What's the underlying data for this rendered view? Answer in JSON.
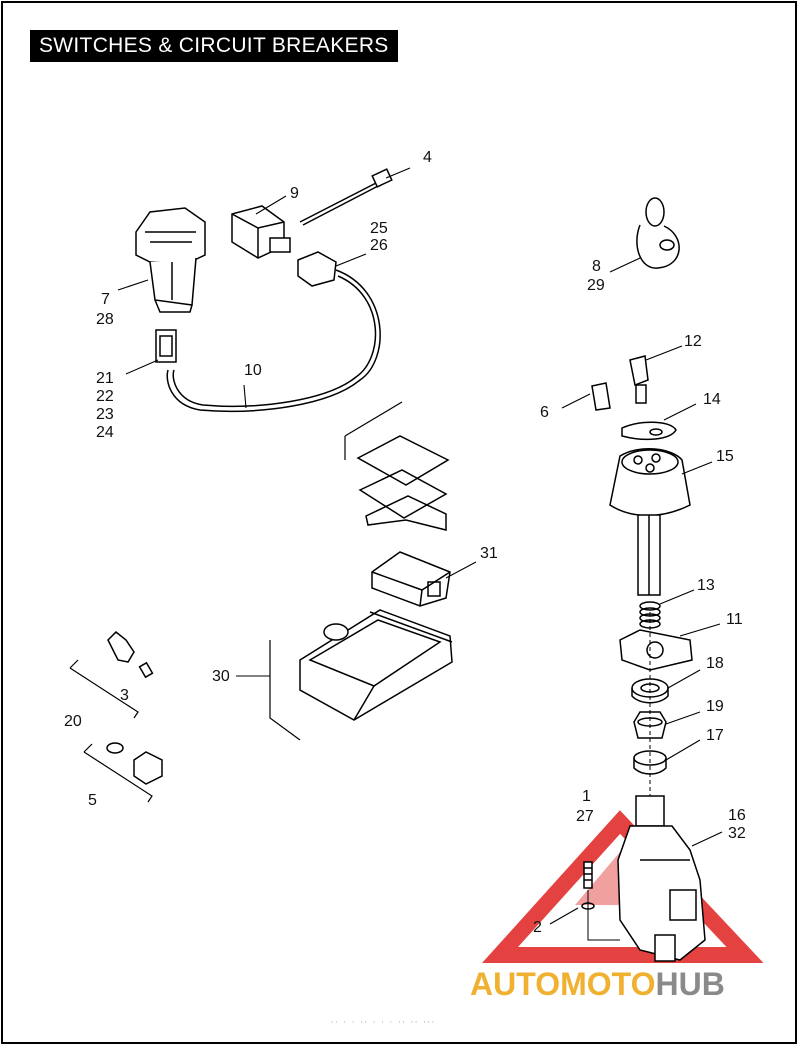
{
  "title": "SWITCHES & CIRCUIT BREAKERS",
  "callouts": {
    "c4": "4",
    "c9": "9",
    "c25": "25",
    "c26": "26",
    "c7": "7",
    "c28": "28",
    "c8": "8",
    "c29": "29",
    "c21": "21",
    "c22": "22",
    "c23": "23",
    "c24": "24",
    "c10": "10",
    "c12": "12",
    "c6": "6",
    "c14": "14",
    "c15": "15",
    "c31": "31",
    "c13": "13",
    "c11": "11",
    "c18": "18",
    "c19": "19",
    "c17": "17",
    "c30": "30",
    "c3": "3",
    "c20": "20",
    "c5": "5",
    "c1": "1",
    "c27": "27",
    "c16": "16",
    "c32": "32",
    "c2": "2"
  },
  "watermark": {
    "part1": "AUTOMOTO",
    "part2": "HUB",
    "color1": "#f0b030",
    "color2": "#8a8a8a",
    "logo_color": "#e02020"
  },
  "footer": "·· · · ·· · · · ·· ·· ···"
}
